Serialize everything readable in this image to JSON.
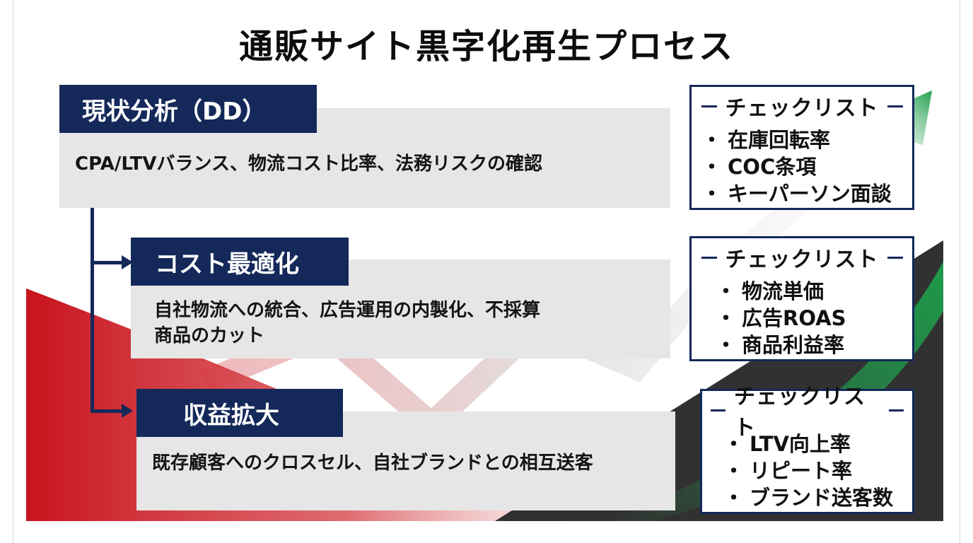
{
  "title": "通販サイト黒字化再生プロセス",
  "steps": [
    {
      "heading": "現状分析（DD）",
      "lines": [
        "CPA/LTVバランス、物流コスト比率、法務リスクの確認"
      ]
    },
    {
      "heading": "コスト最適化",
      "lines": [
        "自社物流への統合、広告運用の内製化、不採算",
        "商品のカット"
      ]
    },
    {
      "heading": "収益拡大",
      "lines": [
        "既存顧客へのクロスセル、自社ブランドとの相互送客"
      ]
    }
  ],
  "checklists": [
    {
      "title": "チェックリスト",
      "items": [
        "在庫回転率",
        "COC条項",
        "キーパーソン面談"
      ]
    },
    {
      "title": "チェックリスト",
      "items": [
        "物流単価",
        "広告ROAS",
        "商品利益率"
      ]
    },
    {
      "title": "チェックリスト",
      "items": [
        "LTV向上率",
        "リピート率",
        "ブランド送客数"
      ]
    }
  ],
  "bullet": "・",
  "colors": {
    "navy": "#14295a",
    "panel_gray": "#e6e6e6",
    "red": "#c8141e",
    "green": "#22a050",
    "dark": "#262626"
  }
}
